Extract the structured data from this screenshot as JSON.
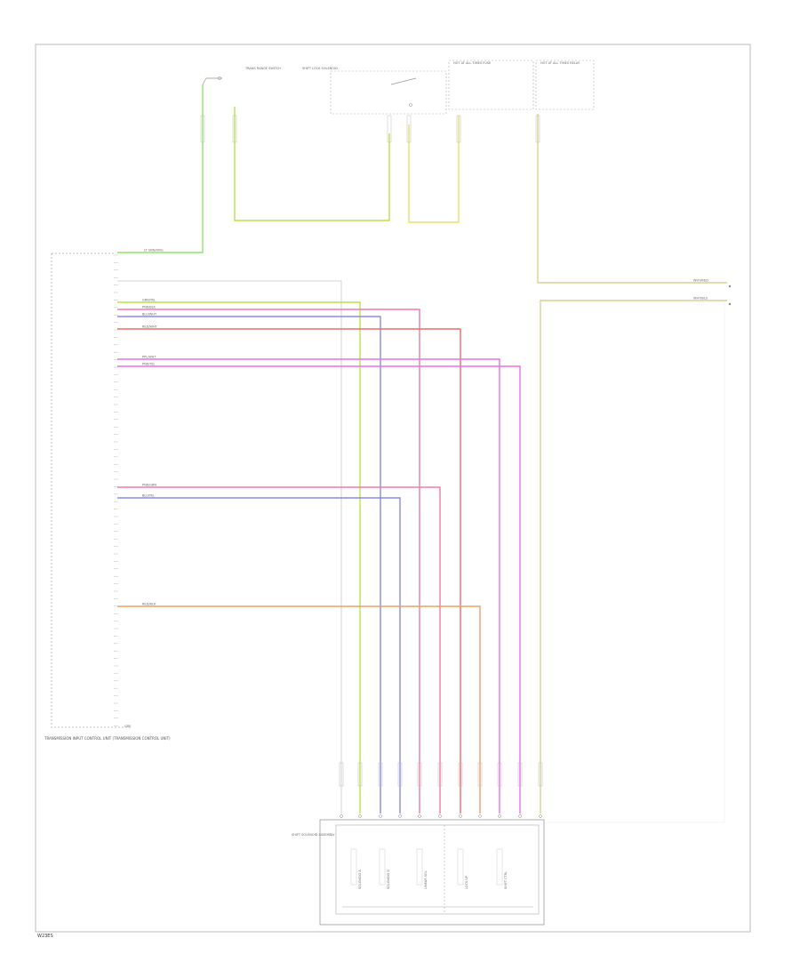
{
  "diagram": {
    "module_label": "TRANSMISSION INPUT CONTROL UNIT (TRANSMISSION CONTROL UNIT)",
    "footer_code": "W23ES",
    "pin_end_label": "GRY",
    "top_components": [
      {
        "id": "c1",
        "label": "TRANS RANGE SWITCH"
      },
      {
        "id": "c2",
        "label": "SHIFT LOCK SOLENOID"
      },
      {
        "id": "c3",
        "label": "HOT AT ALL TIMES FUSE"
      },
      {
        "id": "c4",
        "label": "HOT AT ALL TIMES RELAY"
      }
    ],
    "wire_colors": {
      "green": "#8ee66a",
      "lime": "#b8e04a",
      "yellow": "#e6e06a",
      "tan": "#d8cf96",
      "blue": "#8a8ae6",
      "pink": "#f07aa8",
      "red": "#f06a6a",
      "magenta": "#e870e8",
      "orange": "#f0a060",
      "gray": "#c8c8c8"
    },
    "wires": [
      {
        "label": "LT GRN/ORG",
        "color": "green"
      },
      {
        "label": "GRN/YEL",
        "color": "lime"
      },
      {
        "label": "GRN/YEL",
        "color": "lime"
      },
      {
        "label": "PNK/BLK",
        "color": "pink"
      },
      {
        "label": "BLU/WHT",
        "color": "blue"
      },
      {
        "label": "RED/WHT",
        "color": "red"
      },
      {
        "label": "PPL/WHT",
        "color": "magenta"
      },
      {
        "label": "PNK/YEL",
        "color": "magenta"
      },
      {
        "label": "PNK/GRN",
        "color": "pink"
      },
      {
        "label": "BLU/YEL",
        "color": "blue"
      },
      {
        "label": "RED/BLK",
        "color": "orange"
      },
      {
        "label": "WHT/RED",
        "color": "tan"
      },
      {
        "label": "WHT/BLU",
        "color": "tan"
      }
    ],
    "bottom_module": {
      "label": "SHIFT SOLENOID ASSEMBLY",
      "sections": [
        "SOLENOID A",
        "SOLENOID B",
        "LINEAR SOL",
        "LOCK UP",
        "SHIFT CTRL"
      ]
    }
  }
}
